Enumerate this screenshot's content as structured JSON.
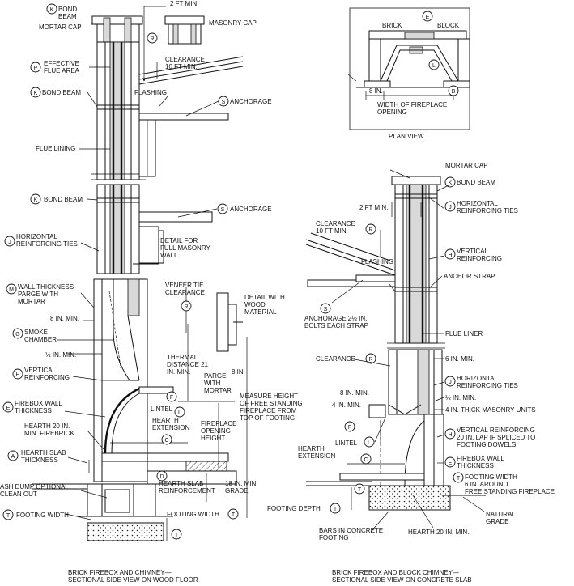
{
  "labels": {
    "k_bond_beam_top": "BOND\nBEAM",
    "mortar_cap_left": "MORTAR CAP",
    "two_ft_min_top": "2 FT MIN.",
    "masonry_cap": "MASONRY CAP",
    "effective_flue_area": "EFFECTIVE\nFLUE AREA",
    "clearance_10ft_left": "CLEARANCE\n10 FT MIN.",
    "bond_beam_2": "BOND BEAM",
    "flashing_left": "FLASHING",
    "anchorage_1": "ANCHORAGE",
    "flue_lining": "FLUE LINING",
    "bond_beam_3": "BOND BEAM",
    "anchorage_2": "ANCHORAGE",
    "horiz_reinf_left": "HORIZONTAL\nREINFORCING TIES",
    "detail_full_masonry": "DETAIL FOR\nFULL MASONRY\nWALL",
    "wall_thickness": "WALL THICKNESS\nPARGE WITH\nMORTAR",
    "veneer_tie": "VENEER TIE\nCLEARANCE",
    "detail_wood": "DETAIL WITH\nWOOD\nMATERIAL",
    "eight_in_min_left": "8 IN. MIN.",
    "smoke_chamber": "SMOKE\nCHAMBER",
    "half_in_min_left": "½ IN. MIN.",
    "thermal_distance": "THERMAL\nDISTANCE 21\nIN. MIN.",
    "eight_in_parge": "8 IN.",
    "parge_with_mortar": "PARGE\nWITH\nMORTAR",
    "vertical_reinf_left": "VERTICAL\nREINFORCING",
    "firebox_wall_left": "FIREBOX WALL\nTHICKNESS",
    "lintel_left": "LINTEL",
    "hearth_extension_left": "HEARTH\nEXTENSION",
    "fireplace_opening_height": "FIREPLACE\nOPENING\nHEIGHT",
    "measure_height": "MEASURE HEIGHT\nOF FREE STANDING\nFIREPLACE FROM\nTOP OF FOOTING",
    "hearth_20_firebrick": "HEARTH 20 IN.\nMIN. FIREBRICK",
    "hearth_slab_thickness": "HEARTH SLAB\nTHICKNESS",
    "ash_dump": "ASH DUMP OPTIONAL\nCLEAN OUT",
    "hearth_slab_reinf": "HEARTH SLAB\nREINFORCEMENT",
    "eighteen_in_grade": "18 IN. MIN.\nGRADE",
    "footing_width_left": "FOOTING WIDTH",
    "footing_width_mid": "FOOTING WIDTH",
    "plan_brick": "BRICK",
    "plan_block": "BLOCK",
    "plan_8in": "8 IN.",
    "plan_width_opening": "WIDTH OF FIREPLACE\nOPENING",
    "plan_view": "PLAN VIEW",
    "mortar_cap_right": "MORTAR CAP",
    "bond_beam_right": "BOND BEAM",
    "two_ft_min_right": "2 FT MIN.",
    "horiz_reinf_right_1": "HORIZONTAL\nREINFORCING TIES",
    "clearance_10ft_right": "CLEARANCE\n10 FT MIN.",
    "vertical_reinf_right_1": "VERTICAL\nREINFORCING",
    "flashing_right": "FLASHING",
    "anchor_strap": "ANCHOR STRAP",
    "anchorage_bolts": "ANCHORAGE 2½ IN.\nBOLTS EACH STRAP",
    "flue_liner": "FLUE LINER",
    "clearance_right": "CLEARANCE",
    "six_in_min": "6 IN. MIN.",
    "horiz_reinf_right_2": "HORIZONTAL\nREINFORCING TIES",
    "eight_in_min_right": "8 IN. MIN.",
    "half_in_min_right": "½ IN. MIN.",
    "four_in_min": "4 IN. MIN.",
    "four_in_masonry": "4 IN. THICK MASONRY UNITS",
    "vertical_reinf_right_2": "VERTICAL REINFORCING\n20 IN. LAP IF SPLICED TO\nFOOTING DOWELS",
    "lintel_right": "LINTEL",
    "hearth_extension_right": "HEARTH\nEXTENSION",
    "firebox_wall_right": "FIREBOX WALL\nTHICKNESS",
    "footing_width_right": "FOOTING WIDTH\n6 IN. AROUND\nFREE STANDING FIREPLACE",
    "footing_depth": "FOOTING DEPTH",
    "natural_grade": "NATURAL\nGRADE",
    "bars_in_concrete": "BARS IN CONCRETE\nFOOTING",
    "hearth_20_min": "HEARTH 20 IN. MIN.",
    "caption_left": "BRICK FIREBOX AND CHIMNEY—\nSECTIONAL SIDE VIEW ON WOOD FLOOR",
    "caption_right": "BRICK FIREBOX AND BLOCK CHIMNEY—\nSECTIONAL SIDE VIEW ON CONCRETE SLAB"
  },
  "callout_letters": {
    "K": "K",
    "R": "R",
    "P": "P",
    "S": "S",
    "M": "M",
    "G": "G",
    "H": "H",
    "E": "E",
    "A": "A",
    "T": "T",
    "F": "F",
    "L": "L",
    "C": "C",
    "D": "D",
    "J": "J",
    "B": "B"
  }
}
